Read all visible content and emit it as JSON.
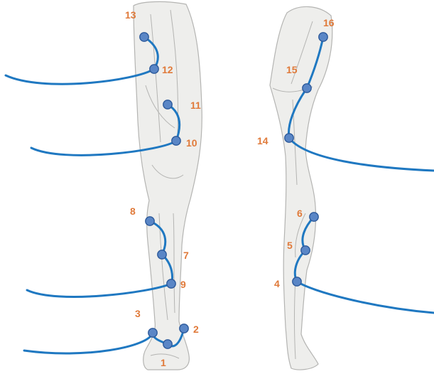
{
  "colors": {
    "line_dark": "#b0201e",
    "line_bright": "#e8201c",
    "lead": "#1f78c1",
    "node_fill": "#5a86c6",
    "node_stroke": "#2d5a9b",
    "label": "#e07a3a",
    "leg_fill": "#eeeeec",
    "leg_stroke": "#b4b4b2"
  },
  "views": [
    {
      "name": "front-leg"
    },
    {
      "name": "back-leg"
    }
  ],
  "points": [
    {
      "label": "1"
    },
    {
      "label": "2"
    },
    {
      "label": "3"
    },
    {
      "label": "4"
    },
    {
      "label": "5"
    },
    {
      "label": "6"
    },
    {
      "label": "7"
    },
    {
      "label": "8"
    },
    {
      "label": "9"
    },
    {
      "label": "10"
    },
    {
      "label": "11"
    },
    {
      "label": "12"
    },
    {
      "label": "13"
    },
    {
      "label": "14"
    },
    {
      "label": "15"
    },
    {
      "label": "16"
    }
  ]
}
